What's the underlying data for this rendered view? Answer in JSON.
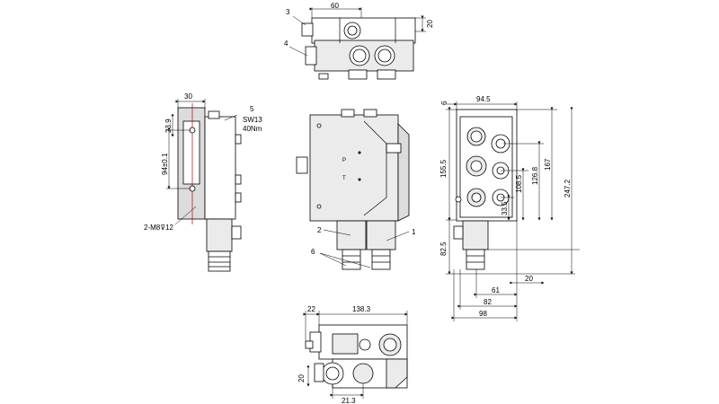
{
  "top_view": {
    "dims": [
      "60",
      "20"
    ],
    "callouts": [
      "3",
      "4"
    ]
  },
  "left_view": {
    "dims": [
      "30",
      "23.9",
      "94±0.1"
    ],
    "callouts": [
      "5"
    ],
    "torque": [
      "SW13",
      "40Nm"
    ],
    "thread": "2-M8⊽12"
  },
  "front_view": {
    "callouts": [
      "2",
      "1",
      "6"
    ],
    "port_letters": [
      "P",
      "T"
    ]
  },
  "right_view": {
    "top_dims": [
      "6",
      "94.5"
    ],
    "vertical_dims": [
      "155.5",
      "82.5",
      "108.5",
      "33.5",
      "126.8",
      "167",
      "247.2"
    ],
    "horizontal_dims": [
      "20",
      "61",
      "82",
      "98"
    ]
  },
  "bottom_view": {
    "dims": [
      "22",
      "138.3",
      "20",
      "21.3"
    ]
  }
}
